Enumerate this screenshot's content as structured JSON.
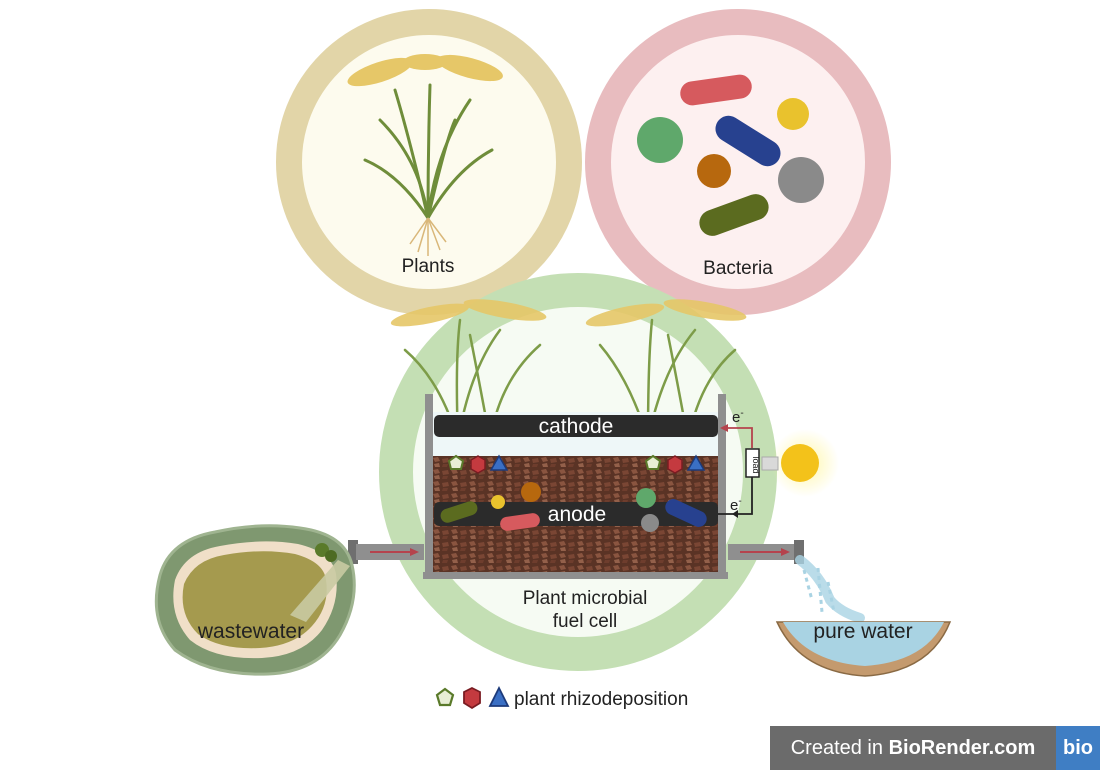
{
  "labels": {
    "plants": "Plants",
    "bacteria": "Bacteria",
    "cathode": "cathode",
    "anode": "anode",
    "electron": "e",
    "electron_sup": "-",
    "load": "load",
    "pmfc_line1": "Plant microbial",
    "pmfc_line2": "fuel cell",
    "wastewater": "wastewater",
    "pure_water": "pure water"
  },
  "legend": {
    "label": "plant rhizodeposition"
  },
  "badge": {
    "prefix": "Created in ",
    "brand": "BioRender.com",
    "logo": "bio"
  },
  "colors": {
    "plants_ring": "#e2d5a8",
    "bacteria_ring": "#e8bcbf",
    "pmfc_ring": "#c4dfb4",
    "electrode": "#2b2b2b",
    "soil": "#6b3e2e",
    "arrow_red": "#b5434d",
    "wastewater": "#a59a4e",
    "pure_water": "#a9d3e3"
  }
}
